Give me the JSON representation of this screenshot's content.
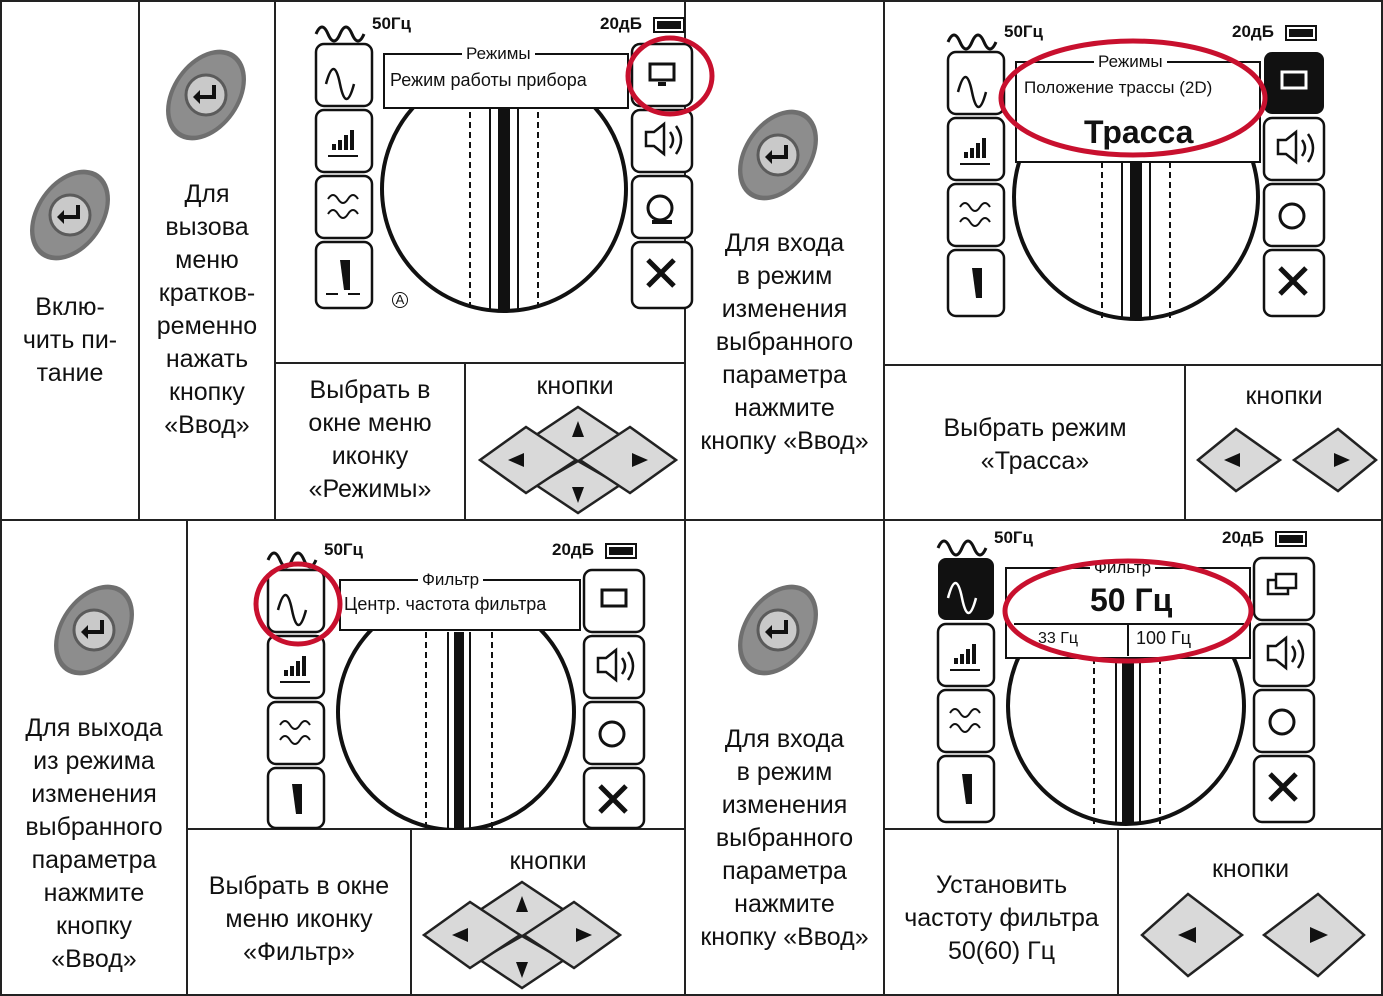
{
  "row1": {
    "power_text": "Вклю-\nчить пи-\nтание",
    "call_menu_text": "Для\nвызова\nменю\nкратков-\nременно\nнажать\nкнопку\n«Ввод»",
    "select_mode_icon_text": "Выбрать в\nокне меню\nиконку\n«Режимы»",
    "buttons_label_1": "кнопки",
    "enter_change_text": "Для входа\nв режим\nизменения\nвыбранного\nпараметра\nнажмите\nкнопку «Ввод»",
    "select_trace_text": "Выбрать режим\n«Трасса»",
    "buttons_label_2": "кнопки"
  },
  "row2": {
    "exit_change_text": "Для выхода\nиз режима\nизменения\nвыбранного\nпараметра\nнажмите\nкнопку\n«Ввод»",
    "select_filter_icon_text": "Выбрать в окне\nменю иконку\n«Фильтр»",
    "buttons_label_3": "кнопки",
    "enter_change_text_2": "Для входа\nв режим\nизменения\nвыбранного\nпараметра\nнажмите\nкнопку «Ввод»",
    "set_freq_text": "Установить\nчастоту фильтра\n50(60) Гц",
    "buttons_label_4": "кнопки"
  },
  "screen1": {
    "freq": "50Гц",
    "gain": "20дБ",
    "menu_title": "Режимы",
    "menu_text": "Режим работы прибора",
    "scale_a": "A"
  },
  "screen2": {
    "freq": "50Гц",
    "gain": "20дБ",
    "menu_title": "Режимы",
    "menu_text": "Положение трассы (2D)",
    "value": "Трасса"
  },
  "screen3": {
    "freq": "50Гц",
    "gain": "20дБ",
    "menu_title": "Фильтр",
    "menu_text": "Центр. частота фильтра"
  },
  "screen4": {
    "freq": "50Гц",
    "gain": "20дБ",
    "menu_title": "Фильтр",
    "value": "50 Гц",
    "left_value": "33 Гц",
    "right_value": "100 Гц"
  },
  "colors": {
    "highlight": "#c8102e",
    "button_gray": "#8a8a8a",
    "screen_black": "#111111"
  }
}
